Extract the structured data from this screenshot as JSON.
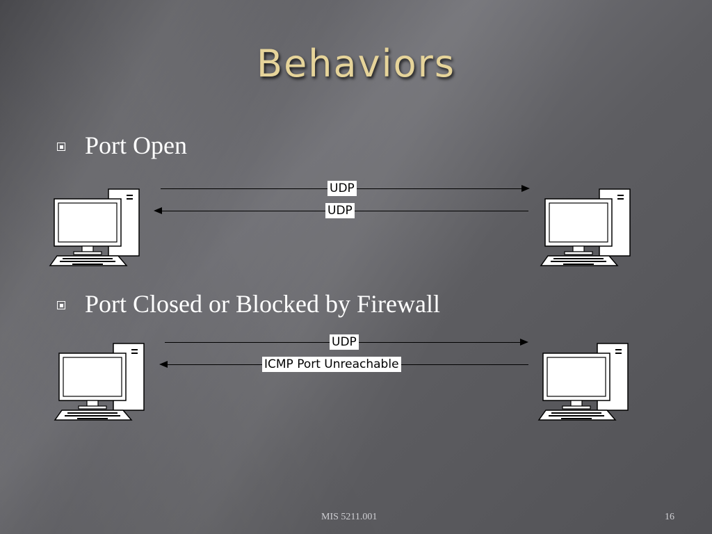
{
  "slide": {
    "title": "Behaviors",
    "footer": "MIS 5211.001",
    "page_number": "16"
  },
  "sections": [
    {
      "label": "Port Open",
      "messages": [
        {
          "text": "UDP",
          "direction": "right"
        },
        {
          "text": "UDP",
          "direction": "left"
        }
      ]
    },
    {
      "label": "Port Closed or Blocked by Firewall",
      "messages": [
        {
          "text": "UDP",
          "direction": "right"
        },
        {
          "text": "ICMP Port Unreachable",
          "direction": "left"
        }
      ]
    }
  ],
  "icons": {
    "bullet": "square-bullet-icon",
    "endpoint": "computer-icon"
  },
  "colors": {
    "title": "#e6d49a",
    "text": "#ffffff",
    "background": "#5a5a5e"
  }
}
